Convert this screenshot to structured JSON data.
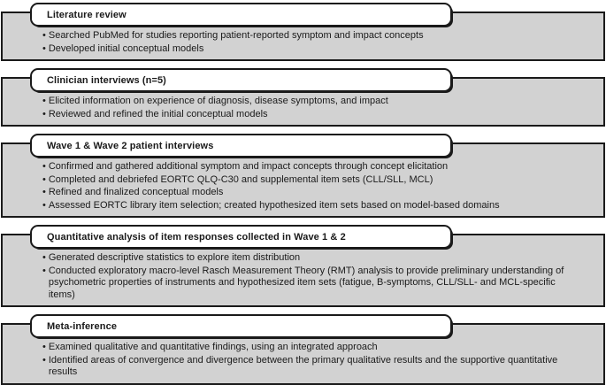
{
  "diagram": {
    "bullet_glyph": "•",
    "colors": {
      "panel_fill": "#d2d2d2",
      "panel_border": "#1a1a1a",
      "header_fill": "#ffffff",
      "header_border": "#1a1a1a",
      "text": "#1a1a1a"
    },
    "stages": [
      {
        "title": "Literature review",
        "bullets": [
          "Searched PubMed for studies reporting patient-reported symptom and impact concepts",
          "Developed initial conceptual models"
        ]
      },
      {
        "title": "Clinician interviews (n=5)",
        "bullets": [
          "Elicited information on experience of diagnosis, disease symptoms, and impact",
          "Reviewed and refined the initial conceptual models"
        ]
      },
      {
        "title": "Wave 1 & Wave 2 patient interviews",
        "bullets": [
          "Confirmed and gathered additional symptom and impact concepts through concept elicitation",
          "Completed and debriefed EORTC QLQ-C30 and supplemental item sets (CLL/SLL, MCL)",
          "Refined and finalized conceptual models",
          "Assessed EORTC library item selection; created hypothesized item sets based on model-based domains"
        ]
      },
      {
        "title": "Quantitative analysis of item responses collected in Wave 1 & 2",
        "bullets": [
          "Generated descriptive statistics to explore item distribution",
          "Conducted exploratory macro-level Rasch Measurement Theory (RMT) analysis to provide preliminary understanding of psychometric properties of instruments and hypothesized item sets (fatigue, B-symptoms, CLL/SLL- and MCL-specific items)"
        ]
      },
      {
        "title": "Meta-inference",
        "bullets": [
          "Examined qualitative and quantitative findings, using an integrated approach",
          "Identified areas of convergence and divergence between the primary qualitative results and the supportive quantitative results"
        ]
      }
    ]
  }
}
